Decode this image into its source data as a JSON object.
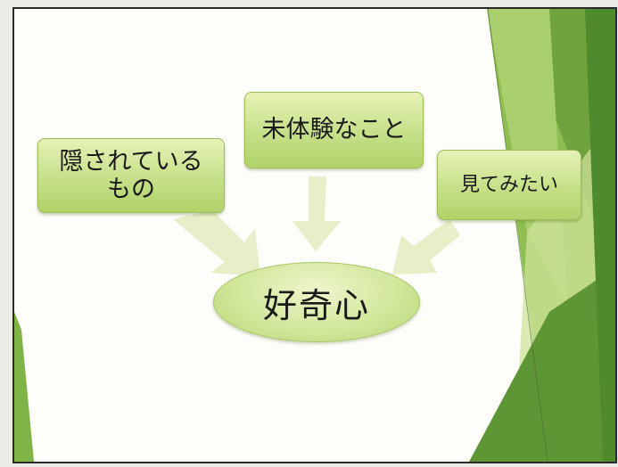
{
  "diagram": {
    "source_items": [
      {
        "lines": [
          "隠されている",
          "もの"
        ]
      },
      {
        "lines": [
          "未体験なこと"
        ]
      },
      {
        "lines": [
          "見てみたい"
        ]
      }
    ],
    "center": "好奇心",
    "colors": {
      "box_light": "#e6f2b6",
      "box_dark": "#b1d26a",
      "arrow": "#e4ecc2",
      "accent_green": "#6fa33e"
    }
  }
}
